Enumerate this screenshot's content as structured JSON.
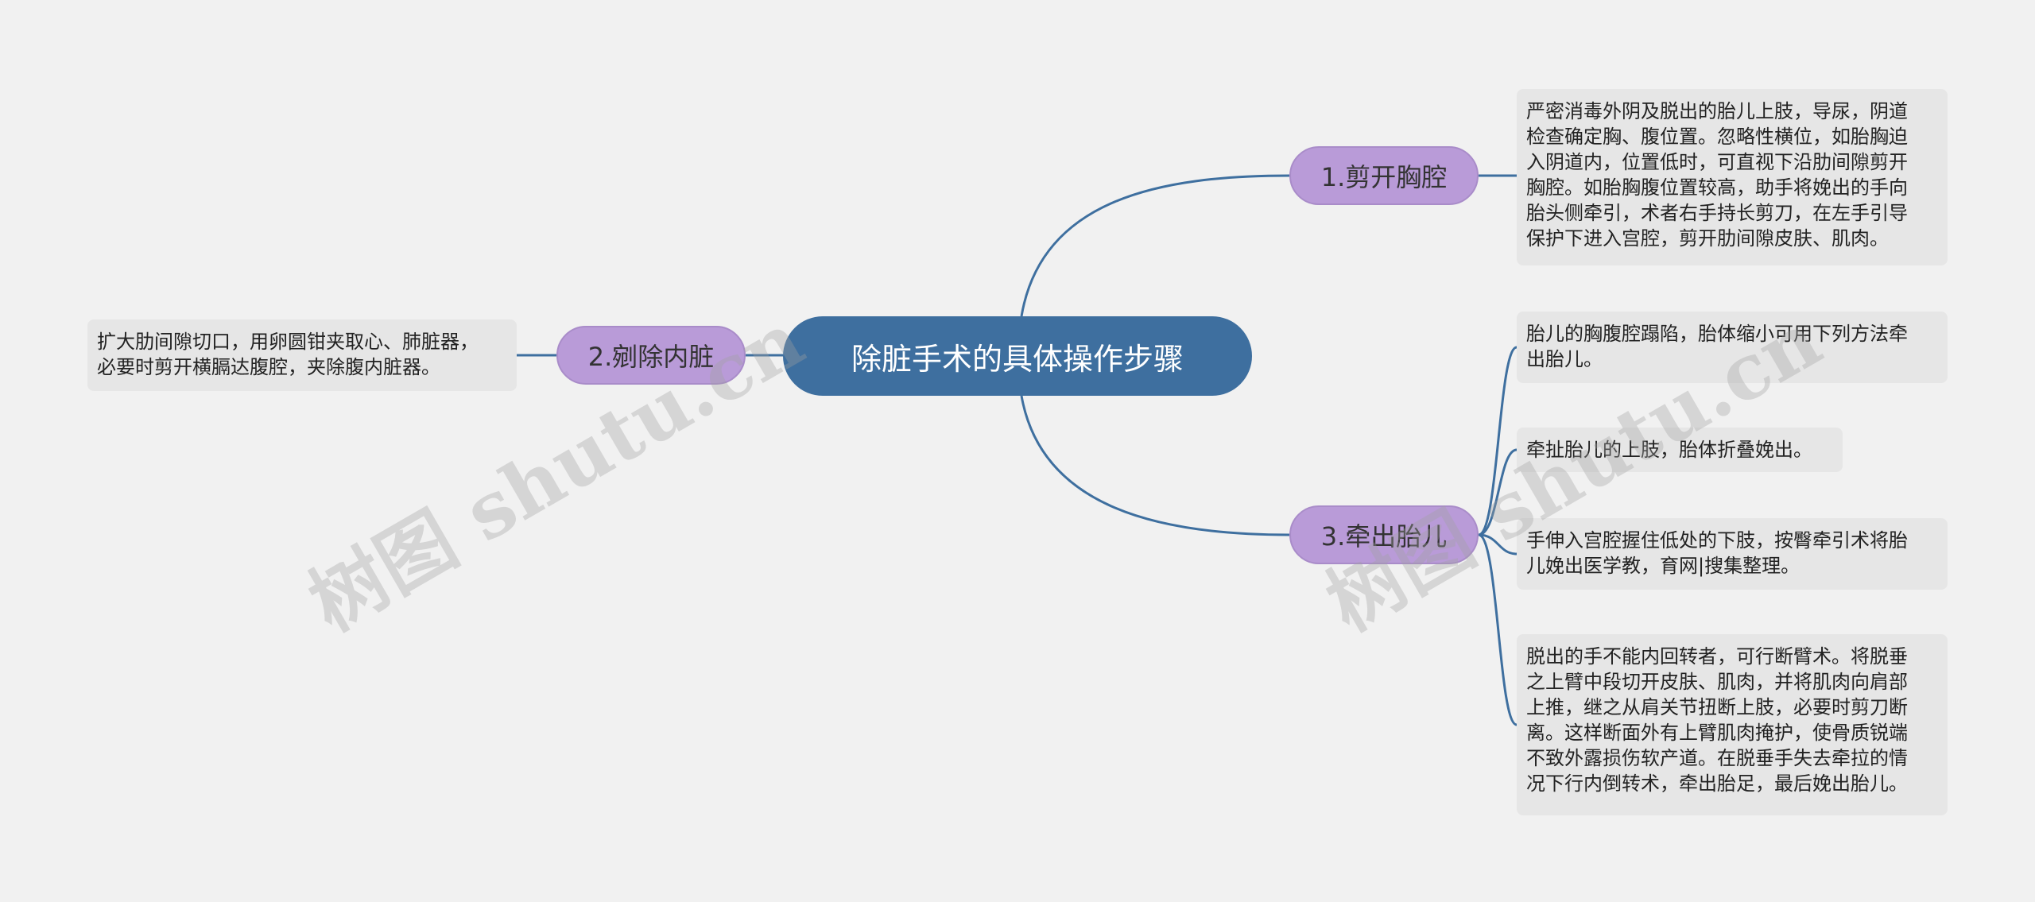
{
  "root": {
    "label": "除脏手术的具体操作步骤"
  },
  "branches": [
    {
      "label": "1.剪开胸腔"
    },
    {
      "label": "2.剜除内脏"
    },
    {
      "label": "3.牵出胎儿"
    }
  ],
  "leaves": [
    {
      "text": "严密消毒外阴及脱出的胎儿上肢，导尿，阴道\n检查确定胸、腹位置。忽略性横位，如胎胸迫\n入阴道内，位置低时，可直视下沿肋间隙剪开\n胸腔。如胎胸腹位置较高，助手将娩出的手向\n胎头侧牵引，术者右手持长剪刀，在左手引导\n保护下进入宫腔，剪开肋间隙皮肤、肌肉。"
    },
    {
      "text": "扩大肋间隙切口，用卵圆钳夹取心、肺脏器，\n必要时剪开横膈达腹腔，夹除腹内脏器。"
    },
    {
      "text": "胎儿的胸腹腔蹋陷，胎体缩小可用下列方法牵\n出胎儿。"
    },
    {
      "text": "牵扯胎儿的上肢，胎体折叠娩出。"
    },
    {
      "text": "手伸入宫腔握住低处的下肢，按臀牵引术将胎\n儿娩出医学教，育网|搜集整理。"
    },
    {
      "text": "脱出的手不能内回转者，可行断臂术。将脱垂\n之上臂中段切开皮肤、肌肉，并将肌肉向肩部\n上推，继之从肩关节扭断上肢，必要时剪刀断\n离。这样断面外有上臂肌肉掩护，使骨质锐端\n不致外露损伤软产道。在脱垂手失去牵拉的情\n况下行内倒转术，牵出胎足，最后娩出胎儿。"
    }
  ],
  "watermark": "树图 shutu.cn",
  "colors": {
    "root_bg": "#3e6f9f",
    "branch_bg": "#b99bd8",
    "leaf_bg": "#e6e6e6",
    "link": "#3e6f9f",
    "background": "#f1f1f1"
  }
}
